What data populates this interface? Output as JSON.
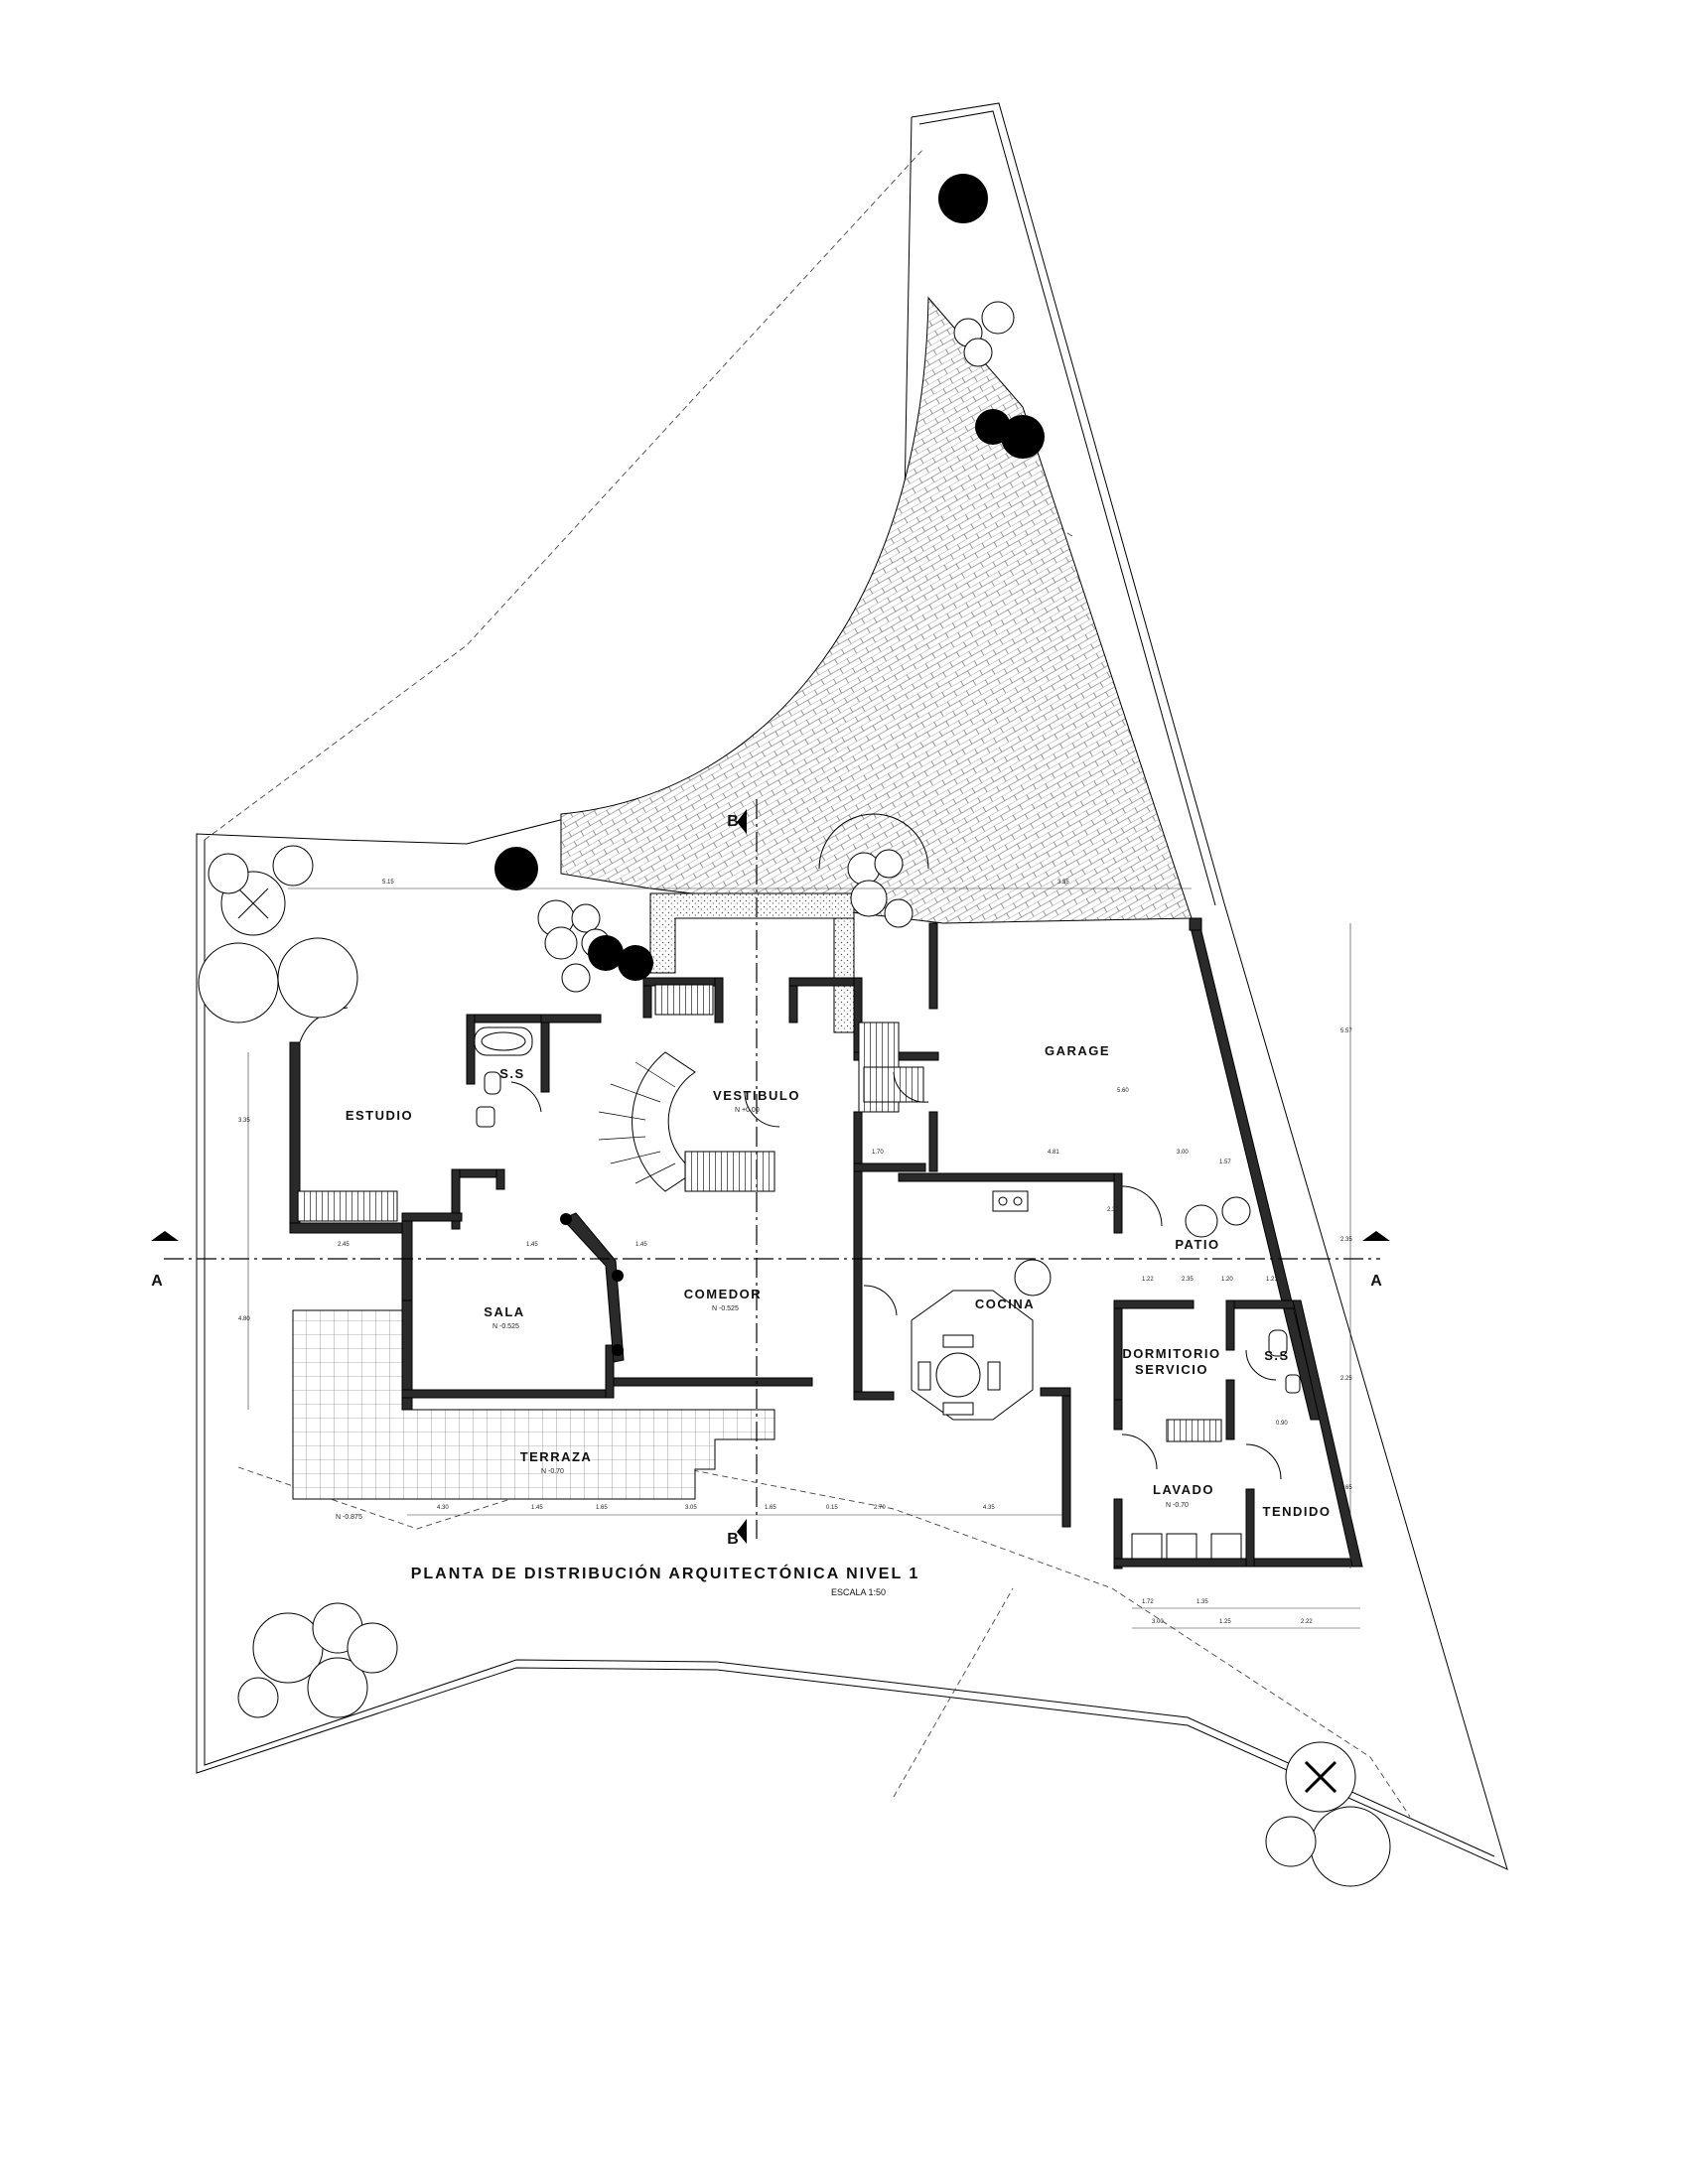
{
  "title": "PLANTA DE DISTRIBUCIÓN ARQUITECTÓNICA NIVEL 1",
  "scale": "ESCALA 1:50",
  "section_marks": {
    "a_left": "A",
    "a_right": "A",
    "b_top": "B",
    "b_bottom": "B"
  },
  "rooms": [
    {
      "id": "garage",
      "name": "GARAGE"
    },
    {
      "id": "vestibulo",
      "name": "VESTIBULO"
    },
    {
      "id": "estudio",
      "name": "ESTUDIO"
    },
    {
      "id": "ss1",
      "name": "S.S"
    },
    {
      "id": "sala",
      "name": "SALA"
    },
    {
      "id": "comedor",
      "name": "COMEDOR"
    },
    {
      "id": "cocina",
      "name": "COCINA"
    },
    {
      "id": "patio",
      "name": "PATIO"
    },
    {
      "id": "dormitorio1",
      "name": "DORMITORIO"
    },
    {
      "id": "dormitorio2",
      "name": "SERVICIO"
    },
    {
      "id": "ss2",
      "name": "S.S"
    },
    {
      "id": "lavado",
      "name": "LAVADO"
    },
    {
      "id": "tendido",
      "name": "TENDIDO"
    },
    {
      "id": "terraza",
      "name": "TERRAZA"
    }
  ],
  "levels": {
    "vestibulo": "N +0.00",
    "sala": "N -0.525",
    "comedor": "N -0.525",
    "terraza": "N -0.70",
    "exterior": "N -0.875",
    "lavado": "N -0.70"
  },
  "dimensions": {
    "top_run": [
      "5.15",
      "3.35"
    ],
    "bottom_run": [
      "4.30",
      "1.45",
      "1.65",
      "3.05",
      "1.65",
      "0.15",
      "2.70",
      "4.35"
    ],
    "right_run": [
      "5.57",
      "2.35",
      "2.25",
      "2.65"
    ],
    "bottom_right": [
      "1.72",
      "1.35",
      "3.00",
      "1.25",
      "2.22"
    ],
    "left_run": [
      "3.35",
      "4.80"
    ],
    "misc": [
      "2.45",
      "1.45",
      "1.45",
      "1.70",
      "4.81",
      "3.00",
      "1.57",
      "1.22",
      "2.35",
      "1.20",
      "1.21",
      "5.60",
      "2.37",
      "0.90"
    ]
  }
}
